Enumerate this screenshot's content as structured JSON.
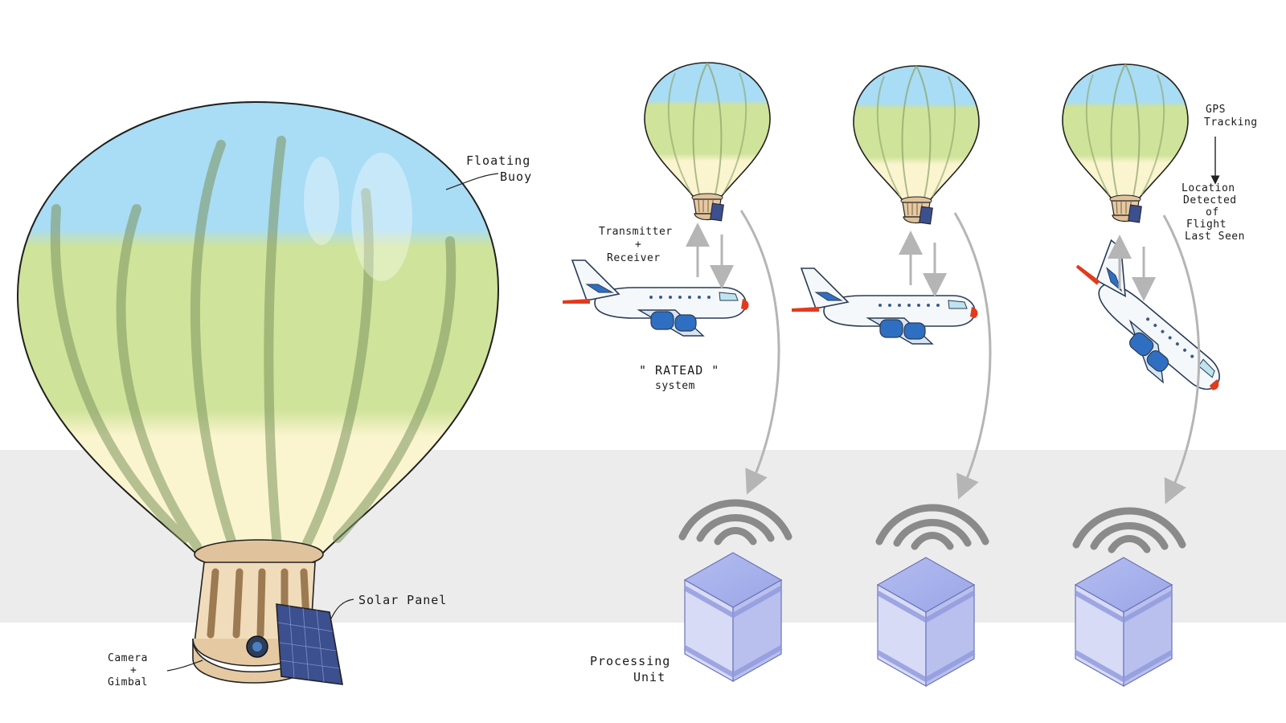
{
  "labels": {
    "floating": "Floating",
    "buoy": "Buoy",
    "solar_panel": "Solar Panel",
    "camera": "Camera",
    "camera_plus": "+",
    "gimbal": "Gimbal",
    "transmitter": "Transmitter",
    "tr_plus": "+",
    "receiver": "Receiver",
    "ratead": "\" RATEAD \"",
    "system": "system",
    "gps": "GPS",
    "tracking": "Tracking",
    "location": "Location",
    "detected": "Detected",
    "of": "of",
    "flight": "Flight",
    "last_seen": "Last Seen",
    "processing": "Processing",
    "unit": "Unit"
  },
  "colors": {
    "sky_top": "#a9dcf5",
    "band_green": "#cfe39a",
    "band_cream": "#fbf5cf",
    "basket": "#e5c9a3",
    "solar_panel": "#3c4f8f",
    "cube_top": "#aab4ec",
    "cube_side": "#c9cff2",
    "wifi": "#8a8a8a",
    "gray_band": "#ececec",
    "plane_accent": "#2f6fc2",
    "plane_nose": "#e23a1c"
  },
  "icons": [
    "balloon-icon",
    "airplane-icon",
    "wifi-icon",
    "server-cube-icon",
    "solar-panel-icon",
    "camera-icon"
  ]
}
